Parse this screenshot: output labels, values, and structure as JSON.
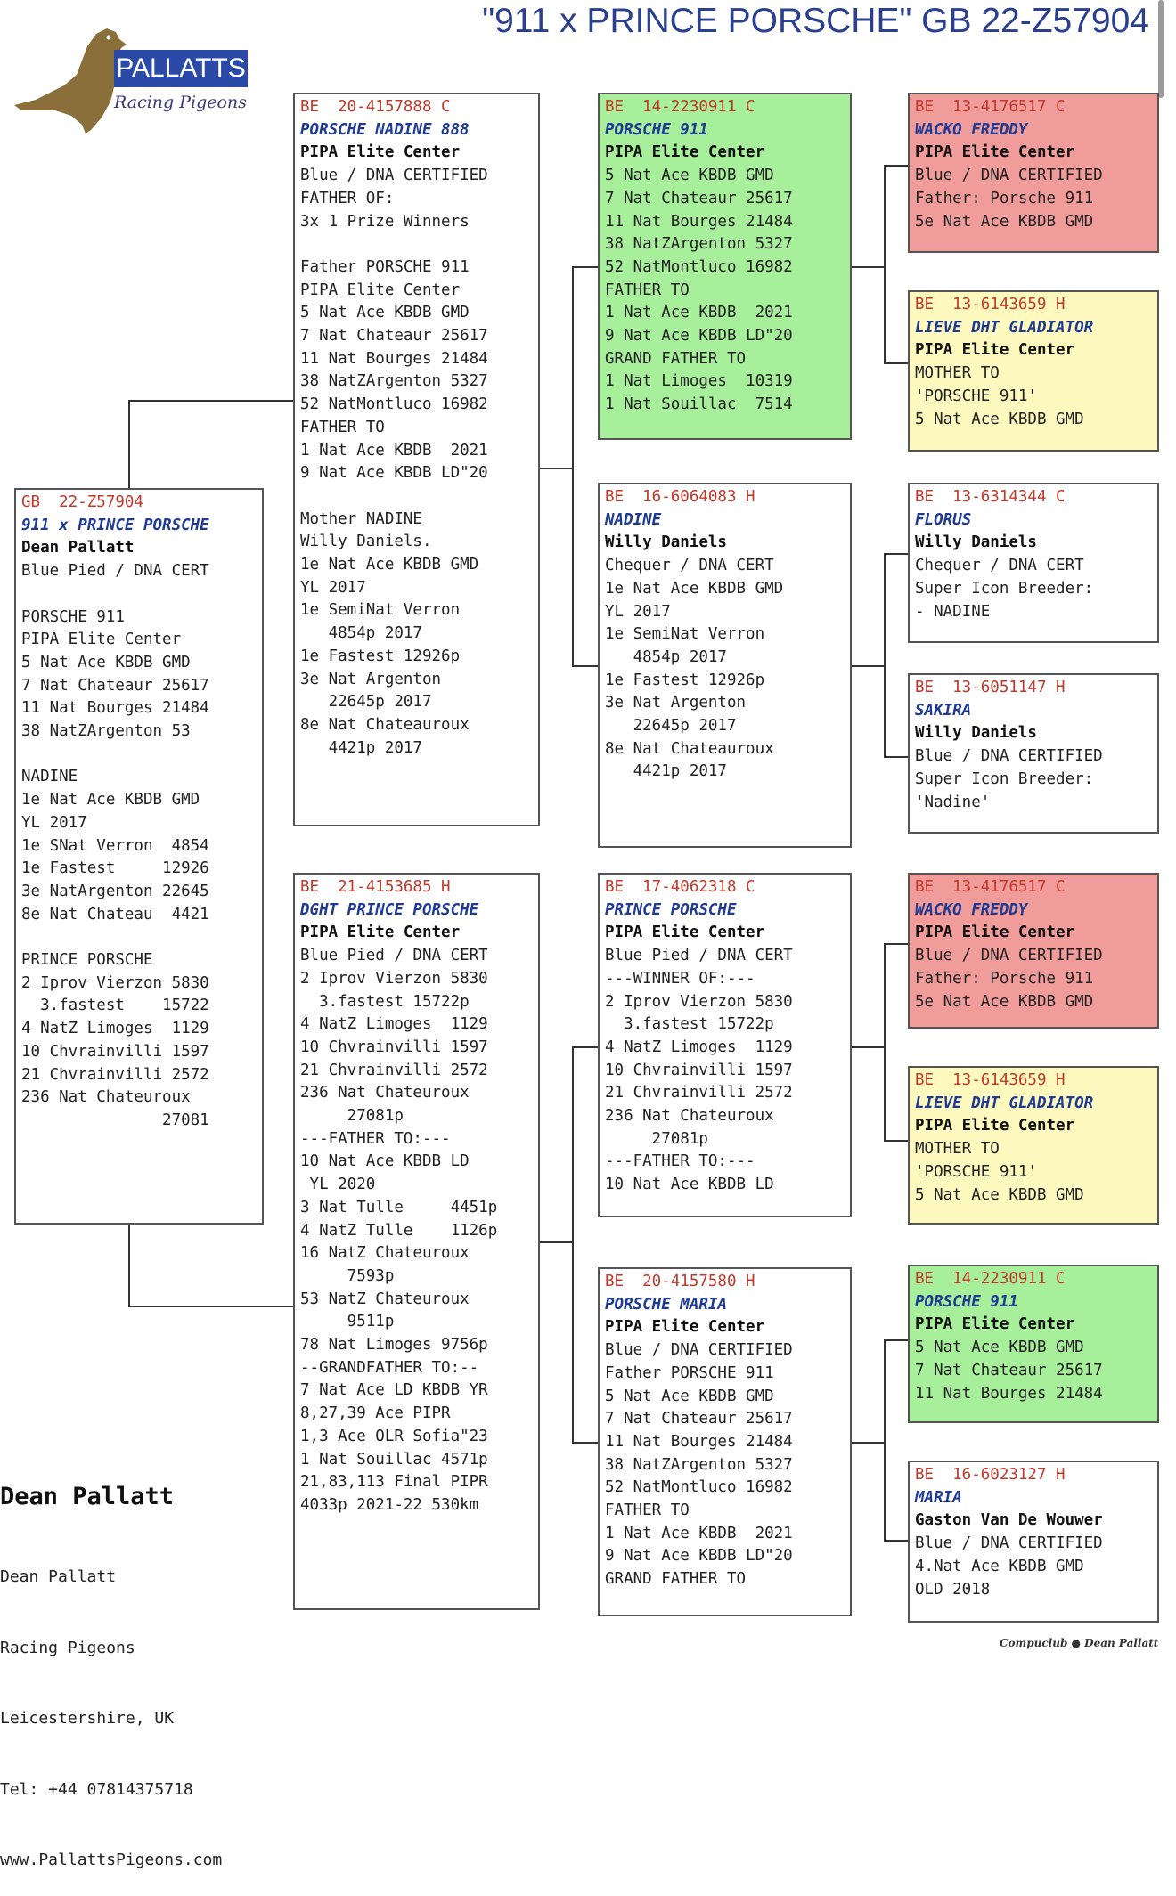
{
  "header": {
    "title": "\"911 x PRINCE PORSCHE\"  GB  22-Z57904",
    "logo_text": "PALLATTS",
    "logo_subtext": "Racing Pigeons"
  },
  "colors": {
    "ring": "#c0392b",
    "name": "#1f3a93",
    "green": "#a8ef9c",
    "red": "#ef9c9a",
    "yellow": "#fdf9bf"
  },
  "boxes": {
    "subject": {
      "ring": "GB  22-Z57904",
      "name": "911 x PRINCE PORSCHE",
      "owner": "Dean Pallatt",
      "lines": [
        "Blue Pied / DNA CERT",
        "",
        "PORSCHE 911",
        "PIPA Elite Center",
        "5 Nat Ace KBDB GMD",
        "7 Nat Chateaur 25617",
        "11 Nat Bourges 21484",
        "38 NatZArgenton 53",
        "",
        "NADINE",
        "1e Nat Ace KBDB GMD",
        "YL 2017",
        "1e SNat Verron  4854",
        "1e Fastest     12926",
        "3e NatArgenton 22645",
        "8e Nat Chateau  4421",
        "",
        "PRINCE PORSCHE",
        "2 Iprov Vierzon 5830",
        "  3.fastest    15722",
        "4 NatZ Limoges  1129",
        "10 Chvrainvilli 1597",
        "21 Chvrainvilli 2572",
        "236 Nat Chateuroux",
        "               27081"
      ]
    },
    "sire": {
      "ring": "BE  20-4157888 C",
      "name": "PORSCHE NADINE 888",
      "owner": "PIPA Elite Center",
      "lines": [
        "Blue / DNA CERTIFIED",
        "FATHER OF:",
        "3x 1 Prize Winners",
        "",
        "Father PORSCHE 911",
        "PIPA Elite Center",
        "5 Nat Ace KBDB GMD",
        "7 Nat Chateaur 25617",
        "11 Nat Bourges 21484",
        "38 NatZArgenton 5327",
        "52 NatMontluco 16982",
        "FATHER TO",
        "1 Nat Ace KBDB  2021",
        "9 Nat Ace KBDB LD\"20",
        "",
        "Mother NADINE",
        "Willy Daniels.",
        "1e Nat Ace KBDB GMD",
        "YL 2017",
        "1e SemiNat Verron",
        "   4854p 2017",
        "1e Fastest 12926p",
        "3e Nat Argenton",
        "   22645p 2017",
        "8e Nat Chateauroux",
        "   4421p 2017"
      ]
    },
    "dam": {
      "ring": "BE  21-4153685 H",
      "name": "DGHT PRINCE PORSCHE",
      "owner": "PIPA Elite Center",
      "lines": [
        "Blue Pied / DNA CERT",
        "2 Iprov Vierzon 5830",
        "  3.fastest 15722p",
        "4 NatZ Limoges  1129",
        "10 Chvrainvilli 1597",
        "21 Chvrainvilli 2572",
        "236 Nat Chateuroux",
        "     27081p",
        "---FATHER TO:---",
        "10 Nat Ace KBDB LD",
        " YL 2020",
        "3 Nat Tulle     4451p",
        "4 NatZ Tulle    1126p",
        "16 NatZ Chateuroux",
        "     7593p",
        "53 NatZ Chateuroux",
        "     9511p",
        "78 Nat Limoges 9756p",
        "--GRANDFATHER TO:--",
        "7 Nat Ace LD KBDB YR",
        "8,27,39 Ace PIPR",
        "1,3 Ace OLR Sofia\"23",
        "1 Nat Souillac 4571p",
        "21,83,113 Final PIPR",
        "4033p 2021-22 530km"
      ]
    },
    "ss": {
      "ring": "BE  14-2230911 C",
      "name": "PORSCHE 911",
      "owner": "PIPA Elite Center",
      "lines": [
        "5 Nat Ace KBDB GMD",
        "7 Nat Chateaur 25617",
        "11 Nat Bourges 21484",
        "38 NatZArgenton 5327",
        "52 NatMontluco 16982",
        "FATHER TO",
        "1 Nat Ace KBDB  2021",
        "9 Nat Ace KBDB LD\"20",
        "GRAND FATHER TO",
        "1 Nat Limoges  10319",
        "1 Nat Souillac  7514"
      ]
    },
    "sd": {
      "ring": "BE  16-6064083 H",
      "name": "NADINE",
      "owner": "Willy Daniels",
      "lines": [
        "Chequer / DNA CERT",
        "1e Nat Ace KBDB GMD",
        "YL 2017",
        "1e SemiNat Verron",
        "   4854p 2017",
        "1e Fastest 12926p",
        "3e Nat Argenton",
        "   22645p 2017",
        "8e Nat Chateauroux",
        "   4421p 2017"
      ]
    },
    "ds": {
      "ring": "BE  17-4062318 C",
      "name": "PRINCE PORSCHE",
      "owner": "PIPA Elite Center",
      "lines": [
        "Blue Pied / DNA CERT",
        "---WINNER OF:---",
        "2 Iprov Vierzon 5830",
        "  3.fastest 15722p",
        "4 NatZ Limoges  1129",
        "10 Chvrainvilli 1597",
        "21 Chvrainvilli 2572",
        "236 Nat Chateuroux",
        "     27081p",
        "---FATHER TO:---",
        "10 Nat Ace KBDB LD"
      ]
    },
    "dd": {
      "ring": "BE  20-4157580 H",
      "name": "PORSCHE MARIA",
      "owner": "PIPA Elite Center",
      "lines": [
        "Blue / DNA CERTIFIED",
        "Father PORSCHE 911",
        "5 Nat Ace KBDB GMD",
        "7 Nat Chateaur 25617",
        "11 Nat Bourges 21484",
        "38 NatZArgenton 5327",
        "52 NatMontluco 16982",
        "FATHER TO",
        "1 Nat Ace KBDB  2021",
        "9 Nat Ace KBDB LD\"20",
        "GRAND FATHER TO"
      ]
    },
    "sss": {
      "ring": "BE  13-4176517 C",
      "name": "WACKO FREDDY",
      "owner": "PIPA Elite Center",
      "lines": [
        "Blue / DNA CERTIFIED",
        "Father: Porsche 911",
        "5e Nat Ace KBDB GMD"
      ]
    },
    "ssd": {
      "ring": "BE  13-6143659 H",
      "name": "LIEVE DHT GLADIATOR",
      "owner": "PIPA Elite Center",
      "lines": [
        "MOTHER TO",
        "'PORSCHE 911'",
        "5 Nat Ace KBDB GMD"
      ]
    },
    "sds": {
      "ring": "BE  13-6314344 C",
      "name": "FLORUS",
      "owner": "Willy Daniels",
      "lines": [
        "Chequer / DNA CERT",
        "Super Icon Breeder:",
        "- NADINE"
      ]
    },
    "sdd": {
      "ring": "BE  13-6051147 H",
      "name": "SAKIRA",
      "owner": "Willy Daniels",
      "lines": [
        "Blue / DNA CERTIFIED",
        "Super Icon Breeder:",
        "'Nadine'"
      ]
    },
    "dss": {
      "ring": "BE  13-4176517 C",
      "name": "WACKO FREDDY",
      "owner": "PIPA Elite Center",
      "lines": [
        "Blue / DNA CERTIFIED",
        "Father: Porsche 911",
        "5e Nat Ace KBDB GMD"
      ]
    },
    "dsd": {
      "ring": "BE  13-6143659 H",
      "name": "LIEVE DHT GLADIATOR",
      "owner": "PIPA Elite Center",
      "lines": [
        "MOTHER TO",
        "'PORSCHE 911'",
        "5 Nat Ace KBDB GMD"
      ]
    },
    "dds": {
      "ring": "BE  14-2230911 C",
      "name": "PORSCHE 911",
      "owner": "PIPA Elite Center",
      "lines": [
        "5 Nat Ace KBDB GMD",
        "7 Nat Chateaur 25617",
        "11 Nat Bourges 21484"
      ]
    },
    "ddd": {
      "ring": "BE  16-6023127 H",
      "name": "MARIA",
      "owner": "Gaston Van De Wouwer",
      "lines": [
        "Blue / DNA CERTIFIED",
        "4.Nat Ace KBDB GMD",
        "OLD 2018"
      ]
    }
  },
  "footer": {
    "name": "Dean Pallatt",
    "lines": [
      "Dean Pallatt",
      "Racing Pigeons",
      "Leicestershire, UK",
      "Tel: +44 07814375718",
      "www.PallattsPigeons.com"
    ],
    "credit": "Compuclub ● Dean Pallatt"
  }
}
